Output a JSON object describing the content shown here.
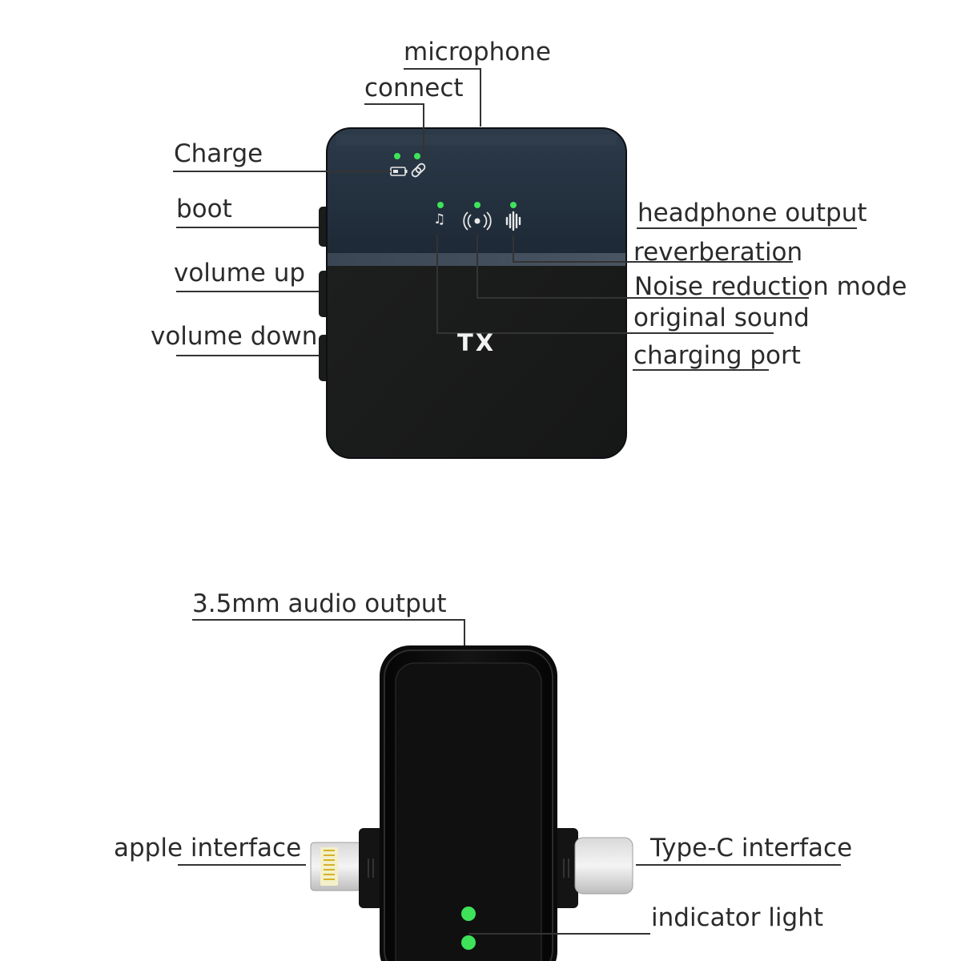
{
  "transmitter": {
    "mark": "TX",
    "labels": {
      "microphone": "microphone",
      "connect": "connect",
      "charge": "Charge",
      "boot": "boot",
      "volume_up": "volume up",
      "volume_down": "volume down",
      "headphone_output": "headphone output",
      "reverberation": "reverberation",
      "noise_reduction": "Noise reduction mode",
      "original_sound": "original sound",
      "charging_port": "charging port"
    },
    "icons": [
      "battery-icon",
      "link-icon",
      "music-note-icon",
      "broadcast-icon",
      "soundwave-icon"
    ]
  },
  "receiver": {
    "labels": {
      "audio_output": "3.5mm audio output",
      "apple_interface": "apple interface",
      "typec_interface": "Type-C interface",
      "indicator_light": "indicator light"
    }
  },
  "colors": {
    "led": "#3ee35a",
    "device_top": "#253241",
    "device_body": "#1c1d1d",
    "leader_line": "#333333",
    "label_text": "#2b2b2b"
  }
}
